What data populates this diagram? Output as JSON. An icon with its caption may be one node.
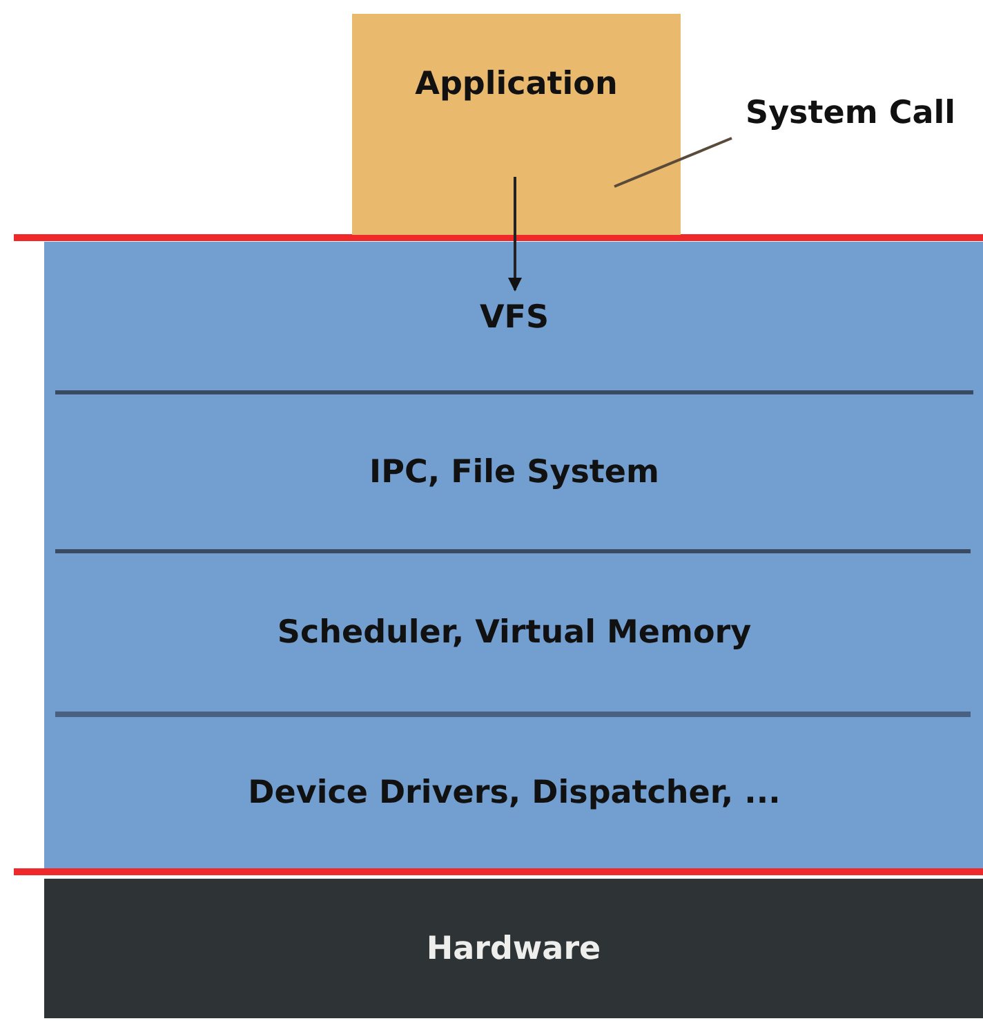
{
  "diagram": {
    "nodes": [
      {
        "text": [
          "Application"
        ]
      },
      {
        "text": [
          "VFS"
        ]
      },
      {
        "text": [
          "IPC, File System"
        ]
      },
      {
        "text": [
          "Scheduler, Virtual Memory"
        ]
      },
      {
        "text": [
          "Device Drivers, Dispatcher, ..."
        ]
      },
      {
        "text": [
          "Hardware"
        ]
      },
      {
        "text": [
          "System Call"
        ]
      }
    ],
    "edges": [
      {
        "from": 0,
        "to": 1,
        "arrow": "to"
      },
      {
        "from": 6,
        "to": 0,
        "arrow": "none"
      }
    ]
  }
}
